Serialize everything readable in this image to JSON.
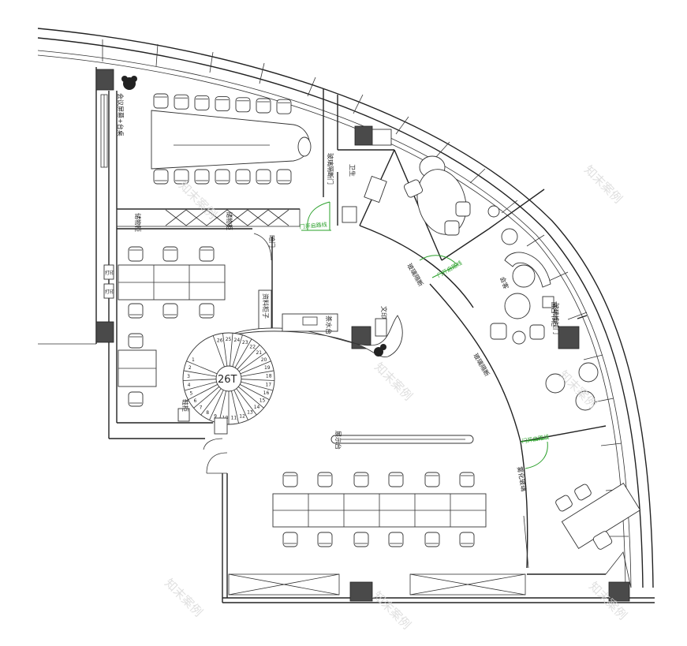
{
  "plan": {
    "labels": {
      "meeting_screen": "会议屏幕+台桌",
      "storage_cabinet": "储物柜",
      "vanity_cabinet": "储物柜",
      "glass_partition_left": "玻璃隔断门",
      "door_dark": "暗门",
      "toilet": "卫生",
      "print_room": "打印",
      "file_cabinet": "资料柜子",
      "water_bar": "茶水台",
      "text_wall": "文印",
      "print_small": "打印",
      "glass_wall_1": "玻璃隔断",
      "glass_wall_2": "玻璃隔断",
      "lounge": "会客",
      "window_seat": "窗台书柜",
      "glass_door_right": "玻璃推拉门",
      "frosted_glass": "雾化玻璃",
      "display_counter": "展示台",
      "stair_count": "26T",
      "bookcase": "鞋柜",
      "sliding_door_1": "门开启路线",
      "sliding_door_2": "门开启路线",
      "sliding_door_3": "门开启路线"
    },
    "stair_steps": [
      "1",
      "2",
      "3",
      "4",
      "5",
      "6",
      "7",
      "8",
      "9",
      "10",
      "11",
      "12",
      "13",
      "14",
      "15",
      "16",
      "17",
      "18",
      "19",
      "20",
      "21",
      "22",
      "23",
      "24",
      "25",
      "26"
    ],
    "watermark": "知末案例"
  }
}
